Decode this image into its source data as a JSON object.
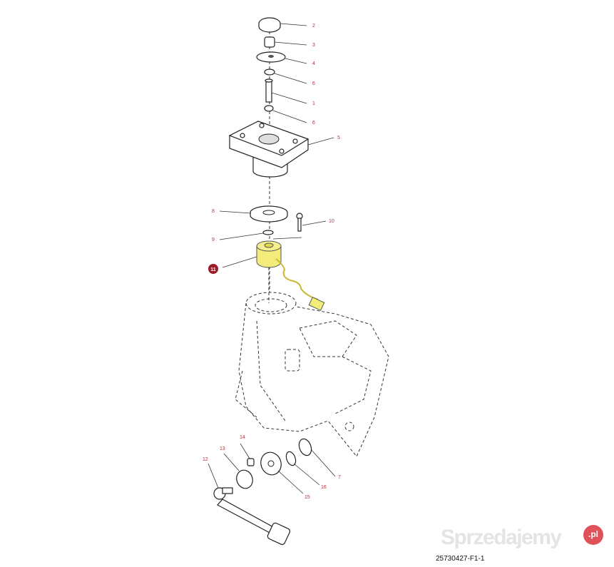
{
  "diagram": {
    "callouts": [
      {
        "id": "c2",
        "label": "2"
      },
      {
        "id": "c3",
        "label": "3"
      },
      {
        "id": "c4",
        "label": "4"
      },
      {
        "id": "c6a",
        "label": "6"
      },
      {
        "id": "c1",
        "label": "1"
      },
      {
        "id": "c6b",
        "label": "6"
      },
      {
        "id": "c5",
        "label": "5"
      },
      {
        "id": "c8",
        "label": "8"
      },
      {
        "id": "c10",
        "label": "10"
      },
      {
        "id": "c9",
        "label": "9"
      },
      {
        "id": "c11",
        "label": "11"
      },
      {
        "id": "c14",
        "label": "14"
      },
      {
        "id": "c13",
        "label": "13"
      },
      {
        "id": "c12",
        "label": "12"
      },
      {
        "id": "c7",
        "label": "7"
      },
      {
        "id": "c16",
        "label": "16"
      },
      {
        "id": "c15",
        "label": "15"
      }
    ],
    "highlight_color": "#f3ec7a",
    "badge_color": "#9b1b2a",
    "drawing_code": "25730427-F1-1"
  },
  "watermark": {
    "text": "Sprzedajemy",
    "suffix": ".pl"
  }
}
